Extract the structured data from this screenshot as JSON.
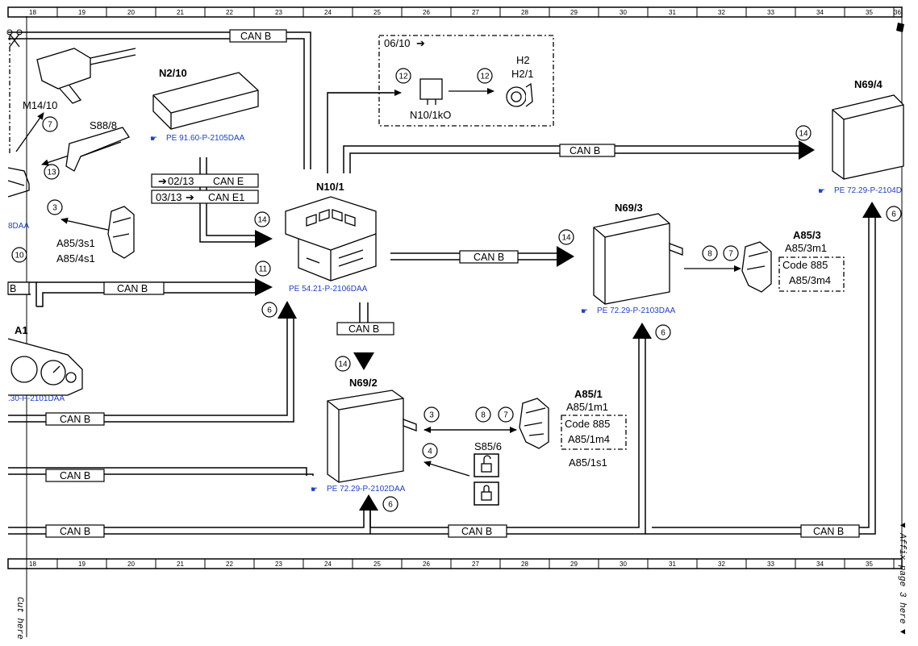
{
  "ruler": {
    "numbers": [
      "18",
      "19",
      "20",
      "21",
      "22",
      "23",
      "24",
      "25",
      "26",
      "27",
      "28",
      "29",
      "30",
      "31",
      "32",
      "33",
      "34",
      "35"
    ],
    "top_right": "36"
  },
  "bus_labels": {
    "can_b": "CAN B",
    "can_e": "CAN E",
    "can_e1": "CAN E1",
    "prefix_0213": "02/13",
    "prefix_0313": "03/13",
    "date_0610": "06/10"
  },
  "components": {
    "n2_10": "N2/10",
    "n10_1": "N10/1",
    "n69_2": "N69/2",
    "n69_3": "N69/3",
    "n69_4": "N69/4",
    "a85_1": "A85/1",
    "a85_3": "A85/3",
    "a1": "A1",
    "m14_10": "M14/10",
    "s88_8": "S88/8",
    "a85_3s1": "A85/3s1",
    "a85_4s1": "A85/4s1",
    "n10_1ko": "N10/1kO",
    "h2": "H2",
    "h2_1": "H2/1",
    "a85_3m1": "A85/3m1",
    "a85_3m4": "A85/3m4",
    "a85_1m1": "A85/1m1",
    "a85_1m4": "A85/1m4",
    "a85_1s1": "A85/1s1",
    "s85_6": "S85/6",
    "code_885": "Code 885"
  },
  "references": {
    "pe_2105": "PE 91.60-P-2105DAA",
    "pe_2106": "PE 54.21-P-2106DAA",
    "pe_2102": "PE 72.29-P-2102DAA",
    "pe_2103": "PE 72.29-P-2103DAA",
    "pe_2104": "PE 72.29-P-2104D",
    "pe_2101_partial": ".30-P-2101DAA",
    "partial_8daa": "8DAA"
  },
  "callouts": [
    "3",
    "4",
    "6",
    "7",
    "8",
    "10",
    "11",
    "12",
    "13",
    "14"
  ],
  "side_text": {
    "cut_here": "Cut here",
    "affix": "▼ Affix page 3 here ▼"
  },
  "colors": {
    "component_label": "#1f3fbf",
    "line": "#000000"
  }
}
